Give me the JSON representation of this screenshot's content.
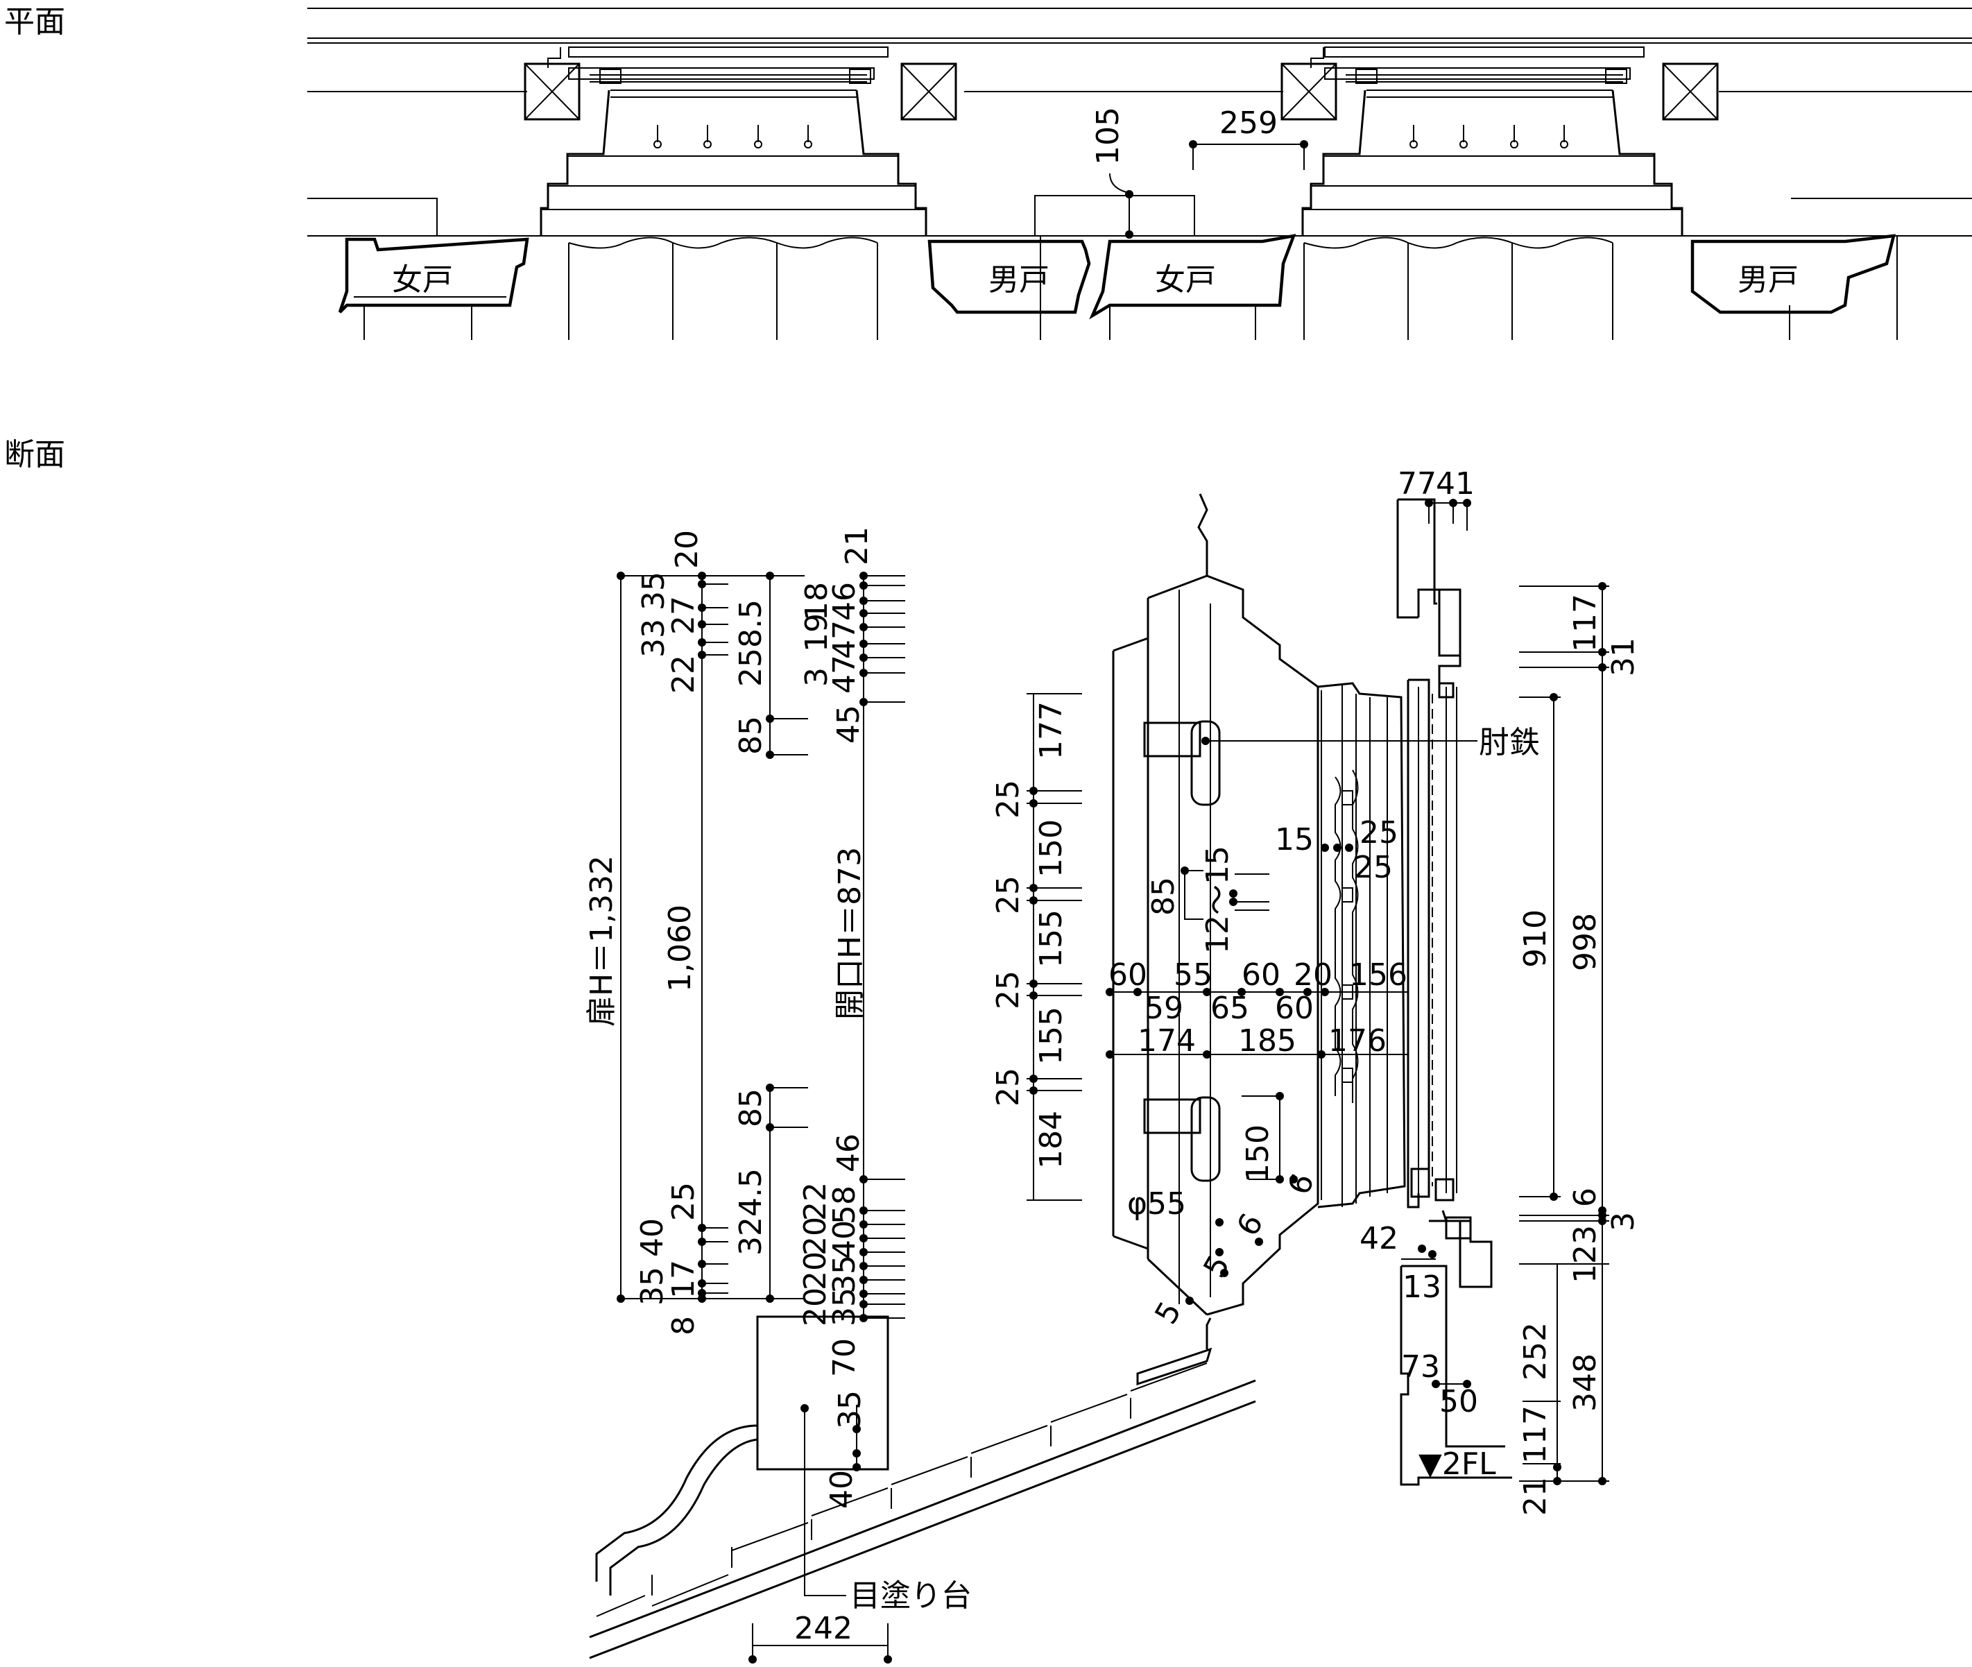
{
  "sections": {
    "plan": "平面",
    "section": "断面"
  },
  "plan": {
    "door_labels": [
      "女戸",
      "男戸",
      "女戸",
      "男戸"
    ],
    "dims": [
      "105",
      "259"
    ]
  },
  "section": {
    "notes": {
      "elbow_iron": "肘鉄",
      "backing_base": "目塗り台",
      "floor": "▼2FL"
    },
    "door_height": "扉H＝1,332",
    "opening_height": "開口H＝873",
    "left_dims": [
      "20",
      "33",
      "35",
      "27",
      "22",
      "258.5",
      "85",
      "1,060",
      "85",
      "25",
      "324.5",
      "35",
      "40",
      "17",
      "8"
    ],
    "opening_dims": [
      "21",
      "3",
      "19",
      "18",
      "47",
      "47",
      "46",
      "45",
      "46",
      "20",
      "20",
      "22",
      "35",
      "40",
      "58",
      "20",
      "35",
      "70",
      "35",
      "40"
    ],
    "panel_dims": [
      "177",
      "25",
      "150",
      "25",
      "155",
      "25",
      "155",
      "25",
      "184",
      "85",
      "12～15",
      "15",
      "25",
      "25",
      "60",
      "55",
      "60",
      "20",
      "156",
      "59",
      "65",
      "60",
      "174",
      "185",
      "176",
      "150",
      "6",
      "φ55",
      "6",
      "5",
      "5"
    ],
    "frame_dims": [
      "77",
      "41",
      "117",
      "31",
      "910",
      "998",
      "6",
      "3",
      "42",
      "13",
      "123",
      "252",
      "73",
      "50",
      "348",
      "117",
      "21"
    ],
    "base_dim": "242"
  }
}
